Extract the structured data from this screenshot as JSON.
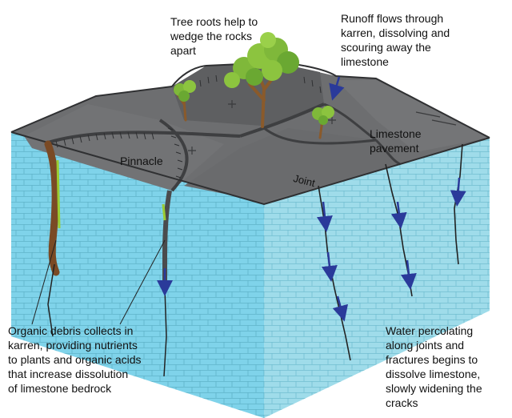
{
  "labels": {
    "tree_roots": "Tree roots help to\nwedge the rocks\napart",
    "runoff": "Runoff flows through\nkarren, dissolving and\nscouring away the\nlimestone",
    "pavement": "Limestone\npavement",
    "pinnacle": "Pinnacle",
    "joint": "Joint",
    "organic_debris": "Organic debris collects in\nkarren, providing nutrients\nto plants and organic acids\nthat increase dissolution\nof limestone bedrock",
    "water_percolating": "Water percolating\nalong joints and\nfractures begins to\ndissolve limestone,\nslowly widening the\ncracks"
  },
  "colors": {
    "limestone_face": "#7fd3ea",
    "limestone_side": "#9fdcea",
    "brick_line": "#5fb3c9",
    "pavement_top": "#6d6e70",
    "pavement_dark": "#4a4b4d",
    "crack": "#222222",
    "arrow": "#2a3a9a",
    "foliage": "#7fb83a",
    "trunk": "#8a5a2b",
    "debris": "#7a4a25",
    "moss": "#9acd32"
  }
}
